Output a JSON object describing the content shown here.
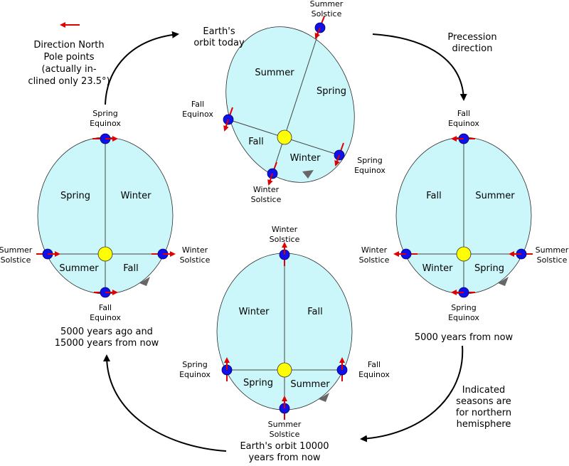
{
  "legend": {
    "line1": "Direction North",
    "line2": "Pole points",
    "line3": "(actually in-",
    "line4": "clined only 23.5°)"
  },
  "labels": {
    "spring_equinox": [
      "Spring",
      "Equinox"
    ],
    "fall_equinox": [
      "Fall",
      "Equinox"
    ],
    "summer_solstice": [
      "Summer",
      "Solstice"
    ],
    "winter_solstice": [
      "Winter",
      "Solstice"
    ]
  },
  "seasons": {
    "spring": "Spring",
    "summer": "Summer",
    "fall": "Fall",
    "winter": "Winter"
  },
  "captions": {
    "today": [
      "Earth's",
      "orbit today"
    ],
    "precession": [
      "Precession",
      "direction"
    ],
    "past": [
      "5000 years ago and",
      "15000 years from now"
    ],
    "future5000": "5000 years from now",
    "future10000": [
      "Earth's orbit 10000",
      "years from now"
    ],
    "note": [
      "Indicated",
      "seasons are",
      "for northern",
      "hemisphere"
    ]
  },
  "colors": {
    "orbit_fill": "#ccf7fa",
    "sun": "#ffff00",
    "earth": "#1010e8",
    "pole_arrow": "#e00000",
    "motion_arrow": "#666666"
  }
}
